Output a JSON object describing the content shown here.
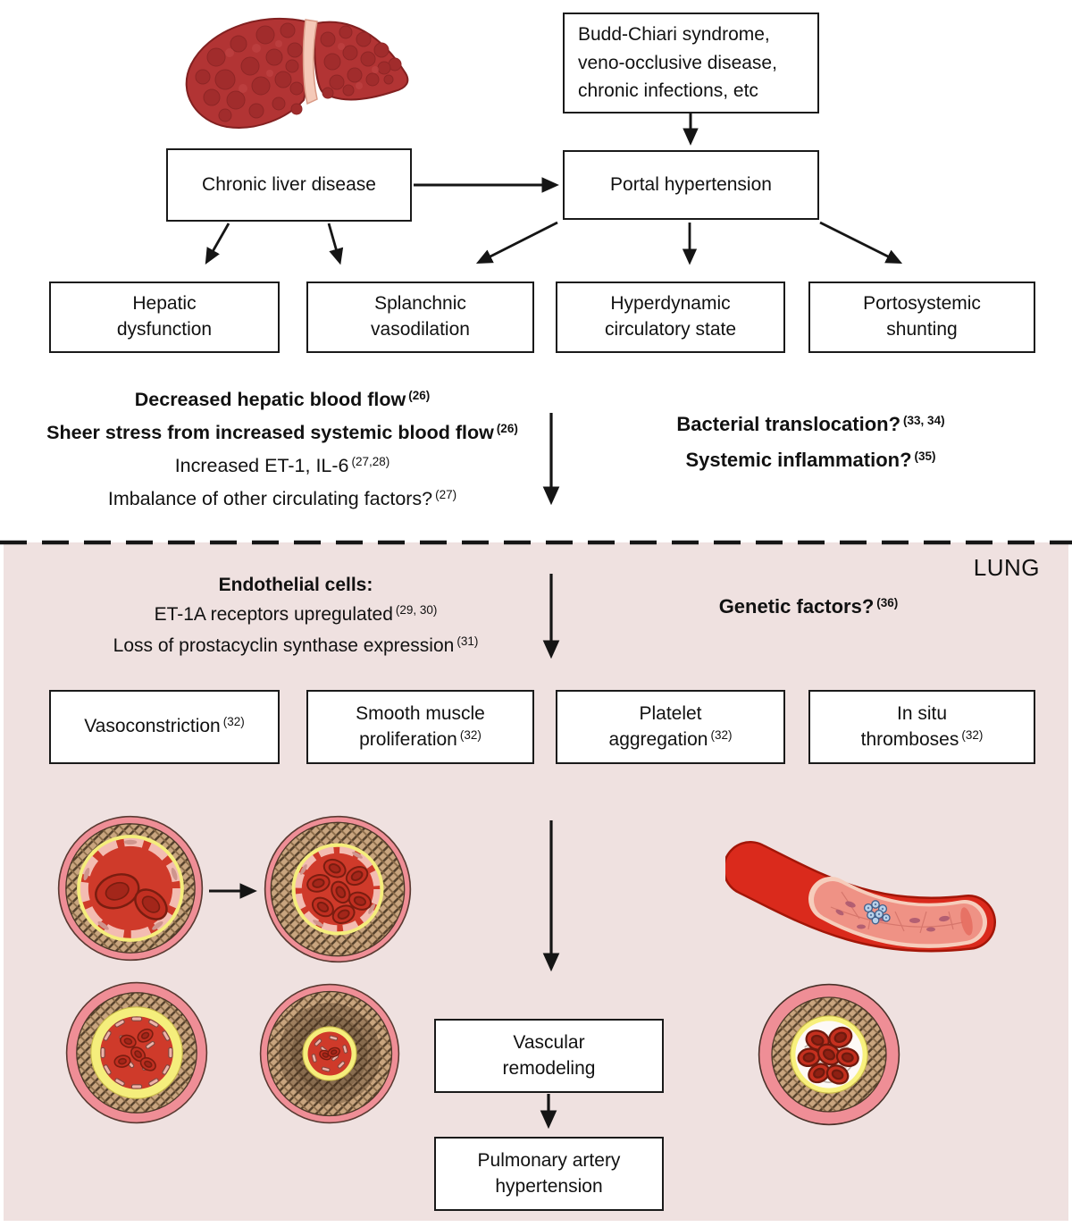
{
  "colors": {
    "background": "#ffffff",
    "lung_background": "#efe1e0",
    "box_border": "#1a1a1a",
    "box_background": "#ffffff",
    "arrow": "#151515",
    "text": "#111111",
    "liver_red": "#b23434",
    "vessel_wall_pink": "#ef8e96",
    "vessel_media_tan": "#c9a57f",
    "elastic_lamina_yellow": "#f5ee7c",
    "lumen_red": "#cf3a2a",
    "rbc_red": "#c12f21",
    "platelet_blue": "#b9d2ea"
  },
  "top": {
    "etiology_box": {
      "line1": "Budd-Chiari syndrome,",
      "line2": "veno-occlusive disease,",
      "line3": "chronic infections, etc"
    },
    "chronic_liver_disease": "Chronic liver disease",
    "portal_hypertension": "Portal hypertension",
    "mechanism_boxes": [
      {
        "line1": "Hepatic",
        "line2": "dysfunction"
      },
      {
        "line1": "Splanchnic",
        "line2": "vasodilation"
      },
      {
        "line1": "Hyperdynamic",
        "line2": "circulatory state"
      },
      {
        "line1": "Portosystemic",
        "line2": "shunting"
      }
    ],
    "mediators": [
      {
        "text": "Decreased hepatic blood flow",
        "ref": "(26)"
      },
      {
        "text": "Sheer stress from increased systemic blood flow",
        "ref": "(26)"
      },
      {
        "text": "Increased ET-1, IL-6",
        "ref": "(27,28)"
      },
      {
        "text": "Imbalance of other circulating factors?",
        "ref": "(27)"
      }
    ],
    "right_questions": [
      {
        "text": "Bacterial translocation?",
        "ref": "(33, 34)"
      },
      {
        "text": "Systemic inflammation?",
        "ref": "(35)"
      }
    ]
  },
  "lung": {
    "label": "LUNG",
    "endothelial": {
      "heading": "Endothelial cells:",
      "item1": {
        "text": "ET-1A receptors upregulated",
        "ref": "(29, 30)"
      },
      "item2": {
        "text": "Loss of prostacyclin synthase expression",
        "ref": "(31)"
      }
    },
    "genetic": {
      "text": "Genetic factors?",
      "ref": "(36)"
    },
    "process_boxes": [
      {
        "line1": "Vasoconstriction",
        "ref": "(32)"
      },
      {
        "line1": "Smooth muscle",
        "line2": "proliferation",
        "ref": "(32)"
      },
      {
        "line1": "Platelet",
        "line2": "aggregation",
        "ref": "(32)"
      },
      {
        "line1": "In situ",
        "line2": "thromboses",
        "ref": "(32)"
      }
    ],
    "vascular_remodeling": {
      "line1": "Vascular",
      "line2": "remodeling"
    },
    "pulmonary_artery_hypertension": {
      "line1": "Pulmonary artery",
      "line2": "hypertension"
    }
  },
  "illustrations": {
    "liver": "cirrhotic-liver",
    "vessel_normal": "pulmonary-arteriole-normal",
    "vessel_muscle_proliferation": "pulmonary-arteriole-medial-hypertrophy",
    "vessel_intimal_proliferation": "pulmonary-arteriole-intimal-proliferation",
    "vessel_occluded": "pulmonary-arteriole-near-occlusion",
    "vessel_longitudinal_platelets": "vessel-cutaway-platelet-aggregation",
    "vessel_thrombosis": "pulmonary-arteriole-in-situ-thrombosis"
  }
}
